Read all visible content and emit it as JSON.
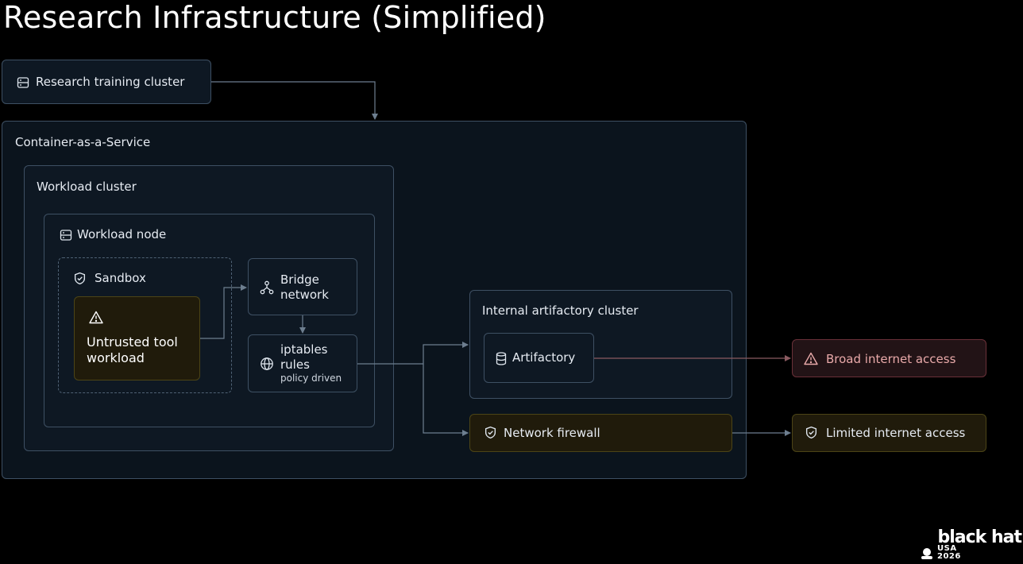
{
  "title": "Research Infrastructure (Simplified)",
  "nodes": {
    "training_cluster": {
      "label": "Research training cluster",
      "icon": "server-icon"
    },
    "caas": {
      "label": "Container-as-a-Service"
    },
    "workload_cluster": {
      "label": "Workload cluster"
    },
    "workload_node": {
      "label": "Workload node",
      "icon": "server-icon"
    },
    "sandbox": {
      "label": "Sandbox",
      "icon": "shield-check-icon"
    },
    "untrusted": {
      "label_line1": "Untrusted tool",
      "label_line2": "workload",
      "icon": "warning-icon"
    },
    "bridge": {
      "label_line1": "Bridge",
      "label_line2": "network",
      "icon": "network-icon"
    },
    "iptables": {
      "label_line1": "iptables",
      "label_line2": "rules",
      "sublabel": "policy driven",
      "icon": "globe-icon"
    },
    "artifactory_cluster": {
      "label": "Internal artifactory cluster"
    },
    "artifactory": {
      "label": "Artifactory",
      "icon": "database-icon"
    },
    "firewall": {
      "label": "Network firewall",
      "icon": "shield-check-icon"
    },
    "broad_access": {
      "label": "Broad internet access",
      "icon": "warning-icon"
    },
    "limited_access": {
      "label": "Limited internet access",
      "icon": "shield-check-icon"
    }
  },
  "logo": {
    "main": "black hat",
    "sub_line1": "USA",
    "sub_line2": "2026"
  },
  "colors": {
    "border": "#3e5063",
    "box_fill": "#0e1823",
    "warning_fill": "#201b0b",
    "warning_border": "#4c4416",
    "danger_fill": "#221316",
    "danger_border": "#6a3038",
    "danger_text": "#e8a9a9",
    "arrow": "#6d7e8f"
  }
}
